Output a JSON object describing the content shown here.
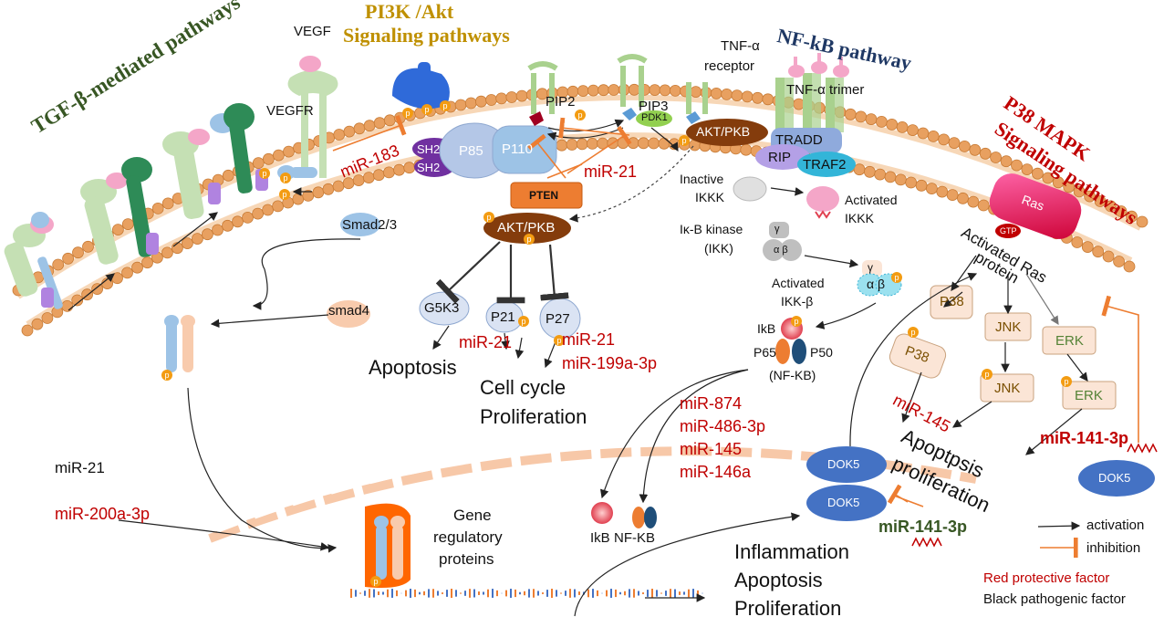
{
  "colors": {
    "protective": "#c00000",
    "pathogenic": "#000000",
    "pathway_tgf": "#375623",
    "pathway_pi3k": "#bf9000",
    "pathway_nfkb": "#1f3864",
    "pathway_p38": "#c00000",
    "membrane_head": "#e8a060",
    "phospho": "#f39c12",
    "dok5": "#4472c4",
    "inhibition_line": "#ed7d31"
  },
  "titles": {
    "tgf": "TGF-β-mediated pathways",
    "pi3k_1": "PI3K /Akt",
    "pi3k_2": "Signaling pathways",
    "nfkb": "NF-kB pathway",
    "p38_1": "P38 MAPK",
    "p38_2": "Signaling pathways"
  },
  "labels": {
    "vegf": "VEGF",
    "vegfr": "VEGFR",
    "smad23": "Smad2/3",
    "smad4": "smad4",
    "sh2a": "SH2",
    "sh2b": "SH2",
    "p85": "P85",
    "p110": "P110",
    "pip2": "PIP2",
    "pip3": "PIP3",
    "pdk1": "PDK1",
    "pten": "PTEN",
    "akt_membrane": "AKT/PKB",
    "akt_cyto": "AKT/PKB",
    "g5k3": "G5K3",
    "p21": "P21",
    "p27": "P27",
    "apoptosis": "Apoptosis",
    "cell_cycle": "Cell cycle",
    "proliferation": "Proliferation",
    "tnf_receptor_1": "TNF-α",
    "tnf_receptor_2": "receptor",
    "tnf_trimer": "TNF-α trimer",
    "tradd": "TRADD",
    "rip": "RIP",
    "traf2": "TRAF2",
    "inactive_ikkk_1": "Inactive",
    "inactive_ikkk_2": "IKKK",
    "activated_ikkk_1": "Activated",
    "activated_ikkk_2": "IKKK",
    "ikb_kinase_1": "Iκ-B kinase",
    "ikb_kinase_2": "(IKK)",
    "gamma": "γ",
    "alpha_beta": "α β",
    "gamma2": "γ",
    "alpha_beta2": "α β",
    "activated_ikkb_1": "Activated",
    "activated_ikkb_2": "IKK-β",
    "ikb": "IkB",
    "p65": "P65",
    "p50": "P50",
    "nfkb_complex": "(NF-KB)",
    "ras": "Ras",
    "gtp": "GTP",
    "activated_ras_1": "Activated Ras",
    "activated_ras_2": "protein",
    "p38a": "P38",
    "p38b": "P38",
    "jnk_a": "JNK",
    "jnk_b": "JNK",
    "erk_a": "ERK",
    "erk_b": "ERK",
    "dok5_a": "DOK5",
    "dok5_b": "DOK5",
    "dok5_c": "DOK5",
    "apoptpsis": "Apoptpsis",
    "proliferation2": "proliferation",
    "gene_1": "Gene",
    "gene_2": "regulatory",
    "gene_3": "proteins",
    "ikb_nuc": "IkB",
    "nfkb_nuc": "NF-KB",
    "inflammation": "Inflammation",
    "apoptosis3": "Apoptosis",
    "proliferation3": "Proliferation",
    "p": "p"
  },
  "mirnas": {
    "mir183": "miR-183",
    "mir21_pi3k": "miR-21",
    "mir21_g5k3": "miR-21",
    "mir21_p27": "miR-21",
    "mir199": "miR-199a-3p",
    "mir874": "miR-874",
    "mir486": "miR-486-3p",
    "mir145_nfkb": "miR-145",
    "mir146a": "miR-146a",
    "mir145_p38": "miR-145",
    "mir141_green": "miR-141-3p",
    "mir141_red": "miR-141-3p",
    "mir21_black": "miR-21",
    "mir200a": "miR-200a-3p"
  },
  "legend": {
    "activation": "activation",
    "inhibition": "inhibition",
    "red_factor": "Red protective factor",
    "black_factor": "Black pathogenic factor"
  }
}
